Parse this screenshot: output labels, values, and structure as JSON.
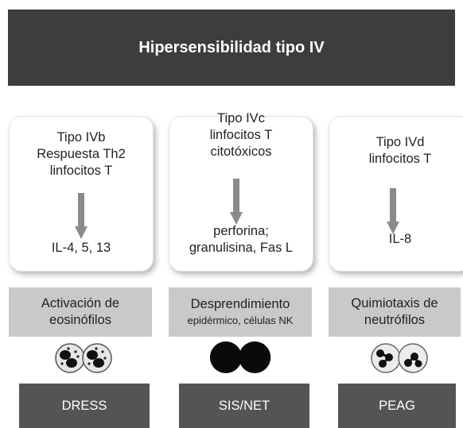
{
  "header": {
    "title": "Hipersensibilidad tipo IV"
  },
  "columns": [
    {
      "title": "Tipo IVb\nRespuesta Th2\nlinfocitos T",
      "result": "IL-4, 5, 13",
      "effect_line1": "Activación de",
      "effect_line2": "eosinófilos",
      "cell_icon": "eosinophil-cells-icon",
      "disease": "DRESS"
    },
    {
      "title": "Tipo IVc\nlinfocitos T\ncitotóxicos",
      "result": "perforina;\ngranulisina, Fas L",
      "effect_line1": "Desprendimiento",
      "effect_line2": "epidérmico, células NK",
      "cell_icon": "nk-cells-icon",
      "disease": "SIS/NET"
    },
    {
      "title": "Tipo IVd\nlinfocitos T",
      "result": "IL-8",
      "effect_line1": "Quimiotaxis de",
      "effect_line2": "neutrófilos",
      "cell_icon": "neutrophil-cells-icon",
      "disease": "PEAG"
    }
  ],
  "colors": {
    "header_bg": "#3d3d3d",
    "effect_bg": "#c9c9c9",
    "disease_bg": "#545454",
    "arrow": "#8a8a8a"
  }
}
